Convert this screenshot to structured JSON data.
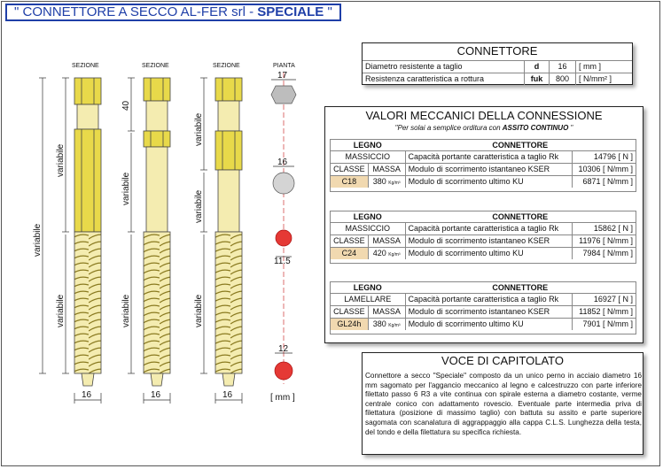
{
  "title": {
    "main": "\" CONNETTORE A SECCO AL-FER srl - ",
    "bold": "SPECIALE",
    "end": " \""
  },
  "drawing": {
    "sezione": "SEZIONE",
    "pianta": "PIANTA",
    "variabile": "variabile",
    "dim_40": "40",
    "dim_16": "16",
    "plan_17": "17",
    "plan_16": "16",
    "plan_11_5": "11.5",
    "plan_12": "12",
    "unit": "[ mm ]"
  },
  "connettore": {
    "title": "CONNETTORE",
    "rows": [
      {
        "label": "Diametro resistente a taglio",
        "sym": "d",
        "val": "16",
        "unit": "[ mm ]"
      },
      {
        "label": "Resistenza caratteristica a rottura",
        "sym": "fuk",
        "val": "800",
        "unit": "[ N/mm² ]"
      }
    ]
  },
  "valori": {
    "title": "VALORI MECCANICI DELLA CONNESSIONE",
    "subtitle_pre": "\"Per solai a semplice orditura con ",
    "subtitle_bold": "ASSITO CONTINUO",
    "subtitle_post": " \"",
    "legno": "LEGNO",
    "connettore": "CONNETTORE",
    "classe": "CLASSE",
    "massa": "MASSA",
    "tables": [
      {
        "tipo": "MASSICCIO",
        "classe": "C18",
        "massa": "380",
        "rows": [
          {
            "label": "Capacità portante caratteristica a taglio Rk",
            "val": "14796",
            "unit": "[ N ]"
          },
          {
            "label": "Modulo di scorrimento istantaneo KSER",
            "val": "10306",
            "unit": "[ N/mm ]"
          },
          {
            "label": "Modulo di scorrimento ultimo KU",
            "val": "6871",
            "unit": "[ N/mm ]"
          }
        ]
      },
      {
        "tipo": "MASSICCIO",
        "classe": "C24",
        "massa": "420",
        "rows": [
          {
            "label": "Capacità portante caratteristica a taglio Rk",
            "val": "15862",
            "unit": "[ N ]"
          },
          {
            "label": "Modulo di scorrimento istantaneo KSER",
            "val": "11976",
            "unit": "[ N/mm ]"
          },
          {
            "label": "Modulo di scorrimento ultimo KU",
            "val": "7984",
            "unit": "[ N/mm ]"
          }
        ]
      },
      {
        "tipo": "LAMELLARE",
        "classe": "GL24h",
        "massa": "380",
        "rows": [
          {
            "label": "Capacità portante caratteristica a taglio Rk",
            "val": "16927",
            "unit": "[ N ]"
          },
          {
            "label": "Modulo di scorrimento istantaneo KSER",
            "val": "11852",
            "unit": "[ N/mm ]"
          },
          {
            "label": "Modulo di scorrimento ultimo KU",
            "val": "7901",
            "unit": "[ N/mm ]"
          }
        ]
      }
    ],
    "density_unit": "Kg/m³"
  },
  "voce": {
    "title": "VOCE DI CAPITOLATO",
    "text": "Connettore a secco \"Speciale\" composto da un unico perno in acciaio diametro 16 mm sagomato per l'aggancio meccanico al legno e calcestruzzo con parte inferiore filettato passo 6 R3 a vite continua con spirale esterna a diametro costante, verme centrale conico con adattamento rovescio. Eventuale parte intermedia priva di filettatura (posizione di massimo taglio) con battuta su assito e parte superiore sagomata con scanalatura di aggrappaggio alla cappa C.L.S. Lunghezza della testa, del tondo e della filettatura su specifica richiesta."
  },
  "colors": {
    "title_blue": "#1f3fa8",
    "yellow": "#e8d94a",
    "cream": "#f4ecb0",
    "red": "#e53935",
    "grey": "#bdbdbd",
    "class_bg": "#f1d9b0"
  }
}
